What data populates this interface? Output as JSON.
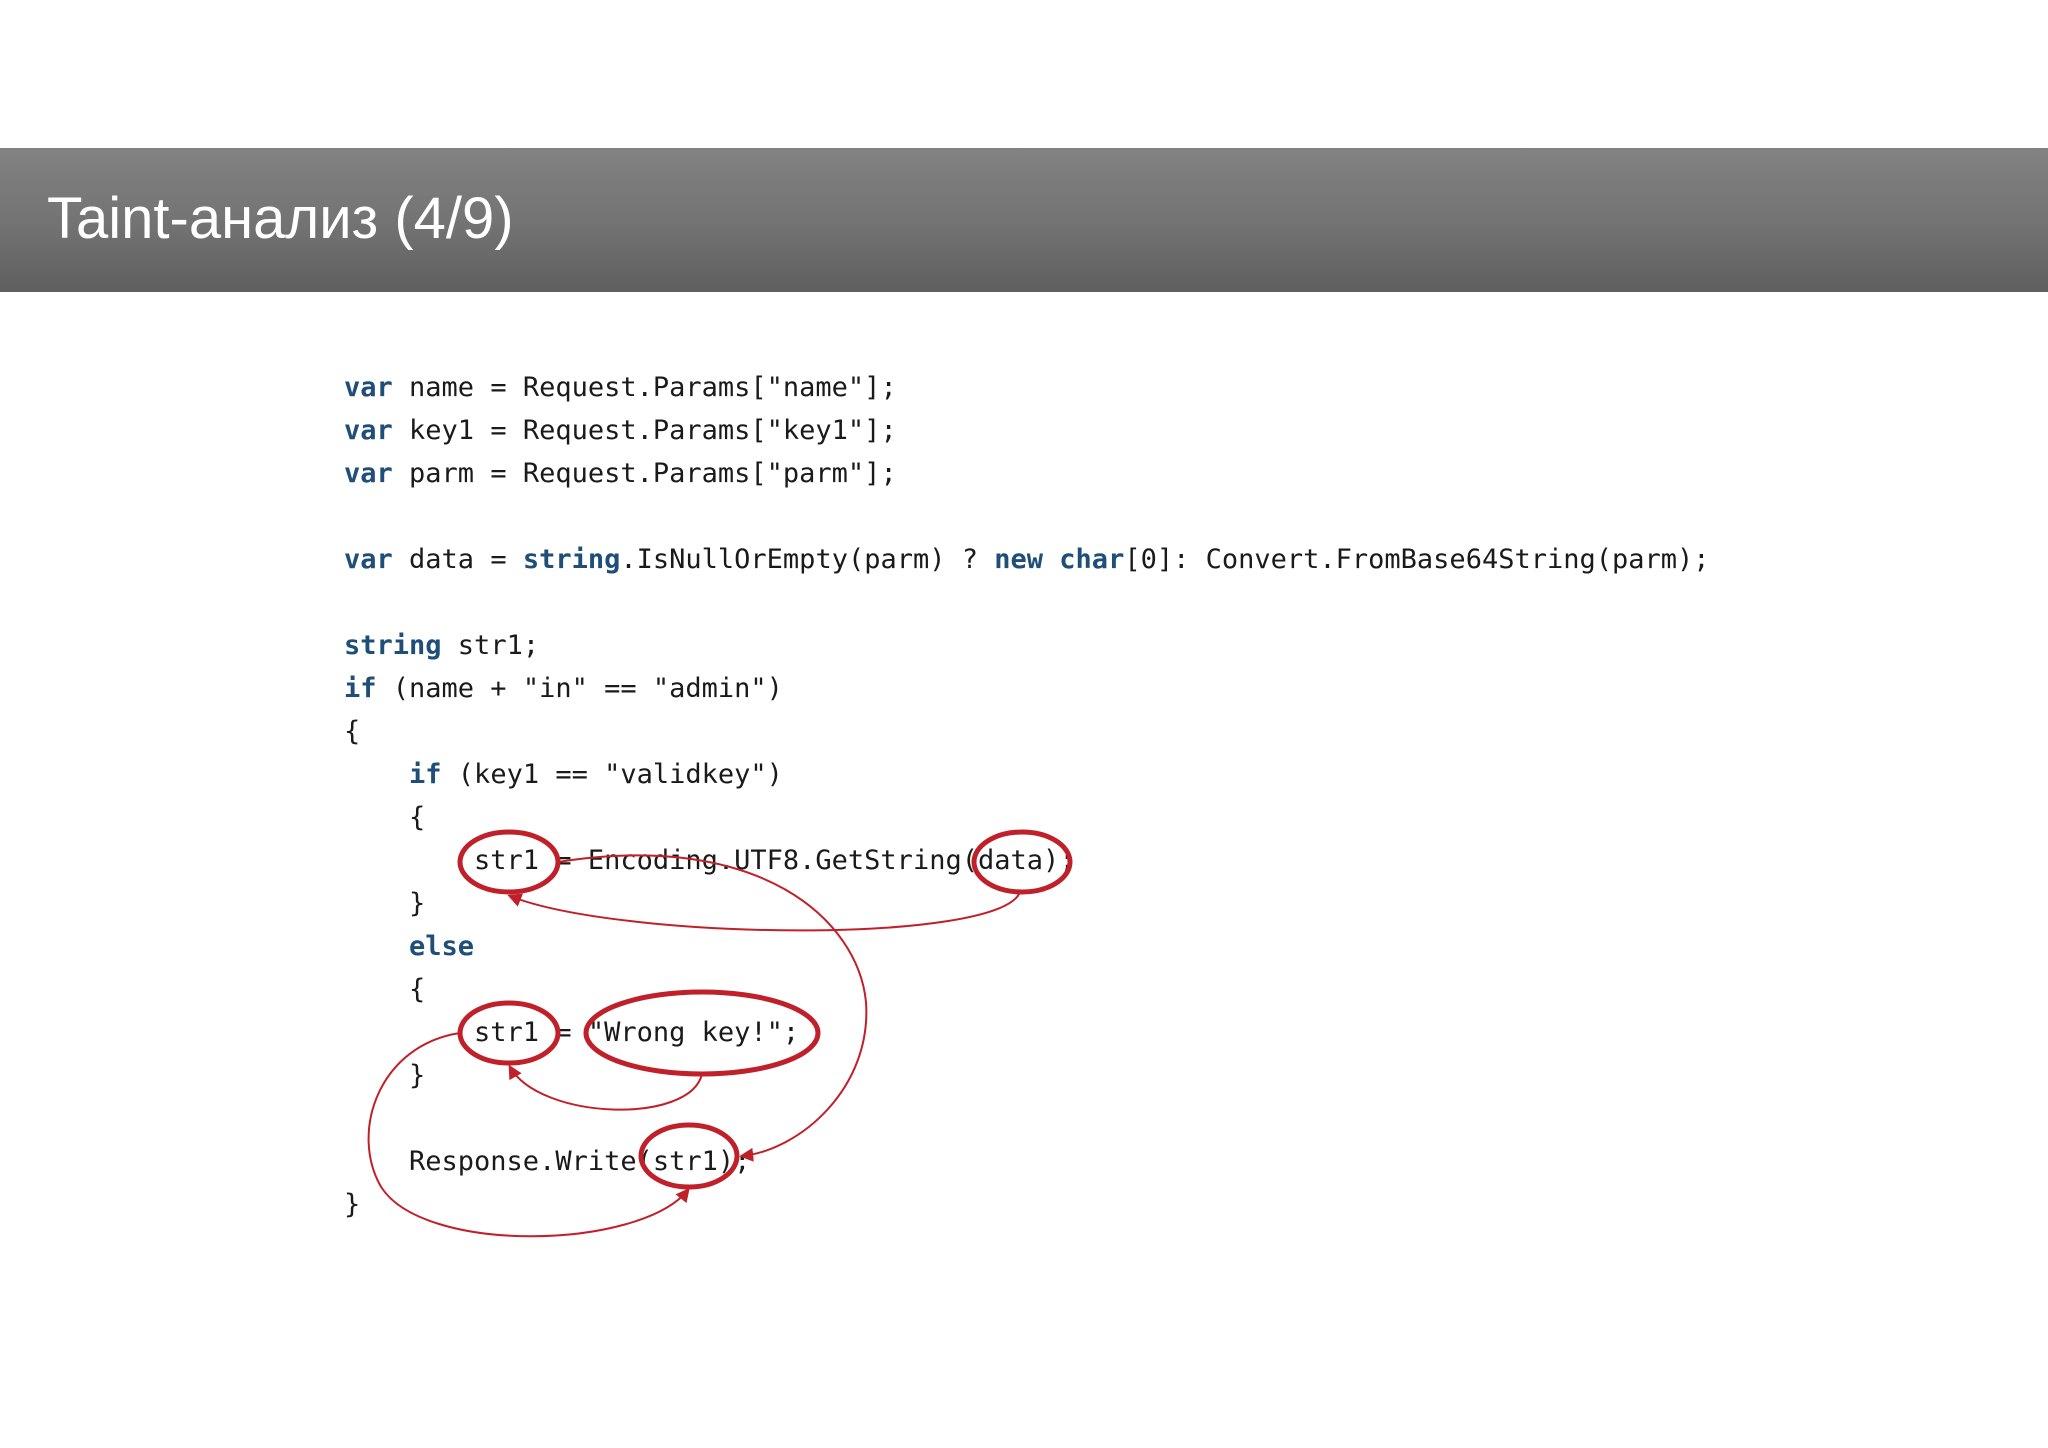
{
  "slide": {
    "title": "Taint-анализ (4/9)"
  },
  "code": {
    "lines": [
      [
        {
          "t": "var",
          "k": true
        },
        {
          "t": " name = Request.Params[\"name\"];"
        }
      ],
      [
        {
          "t": "var",
          "k": true
        },
        {
          "t": " key1 = Request.Params[\"key1\"];"
        }
      ],
      [
        {
          "t": "var",
          "k": true
        },
        {
          "t": " parm = Request.Params[\"parm\"];"
        }
      ],
      [],
      [
        {
          "t": "var",
          "k": true
        },
        {
          "t": " data = "
        },
        {
          "t": "string",
          "k": true
        },
        {
          "t": ".IsNullOrEmpty(parm) ? "
        },
        {
          "t": "new",
          "k": true
        },
        {
          "t": " "
        },
        {
          "t": "char",
          "k": true
        },
        {
          "t": "[0]: Convert.FromBase64String(parm);"
        }
      ],
      [],
      [
        {
          "t": "string",
          "k": true
        },
        {
          "t": " str1;"
        }
      ],
      [
        {
          "t": "if",
          "k": true
        },
        {
          "t": " (name + \"in\" == \"admin\")"
        }
      ],
      [
        {
          "t": "{"
        }
      ],
      [
        {
          "t": "    "
        },
        {
          "t": "if",
          "k": true
        },
        {
          "t": " (key1 == \"validkey\")"
        }
      ],
      [
        {
          "t": "    {"
        }
      ],
      [
        {
          "t": "        str1 = Encoding.UTF8.GetString(data);"
        }
      ],
      [
        {
          "t": "    }"
        }
      ],
      [
        {
          "t": "    "
        },
        {
          "t": "else",
          "k": true
        }
      ],
      [
        {
          "t": "    {"
        }
      ],
      [
        {
          "t": "        str1 = \"Wrong key!\";"
        }
      ],
      [
        {
          "t": "    }"
        }
      ],
      [],
      [
        {
          "t": "    Response.Write(str1);"
        }
      ],
      [
        {
          "t": "}"
        }
      ]
    ]
  },
  "colors": {
    "keyword": "#1f4e79",
    "text": "#1a1a1a",
    "annotation": "#c0202a"
  }
}
